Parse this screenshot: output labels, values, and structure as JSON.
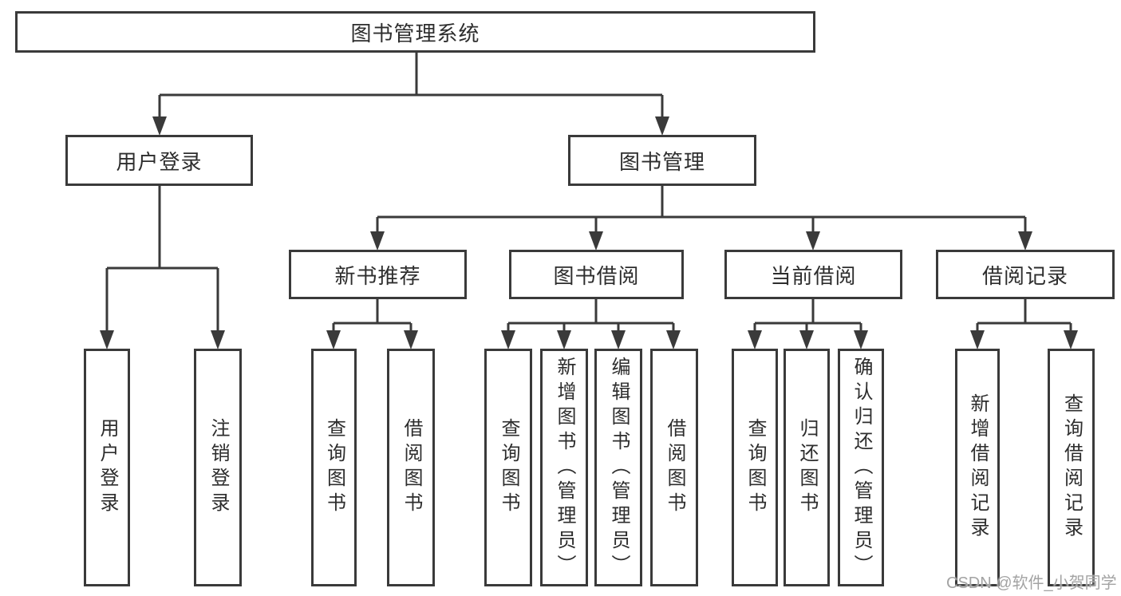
{
  "root": {
    "label": "图书管理系统"
  },
  "branches": [
    {
      "label": "用户登录",
      "children": [
        {
          "label": "用户登录"
        },
        {
          "label": "注销登录"
        }
      ]
    },
    {
      "label": "图书管理",
      "groups": [
        {
          "label": "新书推荐",
          "children": [
            {
              "label": "查询图书"
            },
            {
              "label": "借阅图书"
            }
          ]
        },
        {
          "label": "图书借阅",
          "children": [
            {
              "label": "查询图书"
            },
            {
              "label": "新增图书（管理员）"
            },
            {
              "label": "编辑图书（管理员）"
            },
            {
              "label": "借阅图书"
            }
          ]
        },
        {
          "label": "当前借阅",
          "children": [
            {
              "label": "查询图书"
            },
            {
              "label": "归还图书"
            },
            {
              "label": "确认归还（管理员）"
            }
          ]
        },
        {
          "label": "借阅记录",
          "children": [
            {
              "label": "新增借阅记录"
            },
            {
              "label": "查询借阅记录"
            }
          ]
        }
      ]
    }
  ],
  "watermark": "CSDN @软件_小贺同学",
  "colors": {
    "line": "#3a3a3a",
    "text": "#2d2d2d",
    "watermark": "#a3a3a3",
    "background": "#ffffff"
  }
}
